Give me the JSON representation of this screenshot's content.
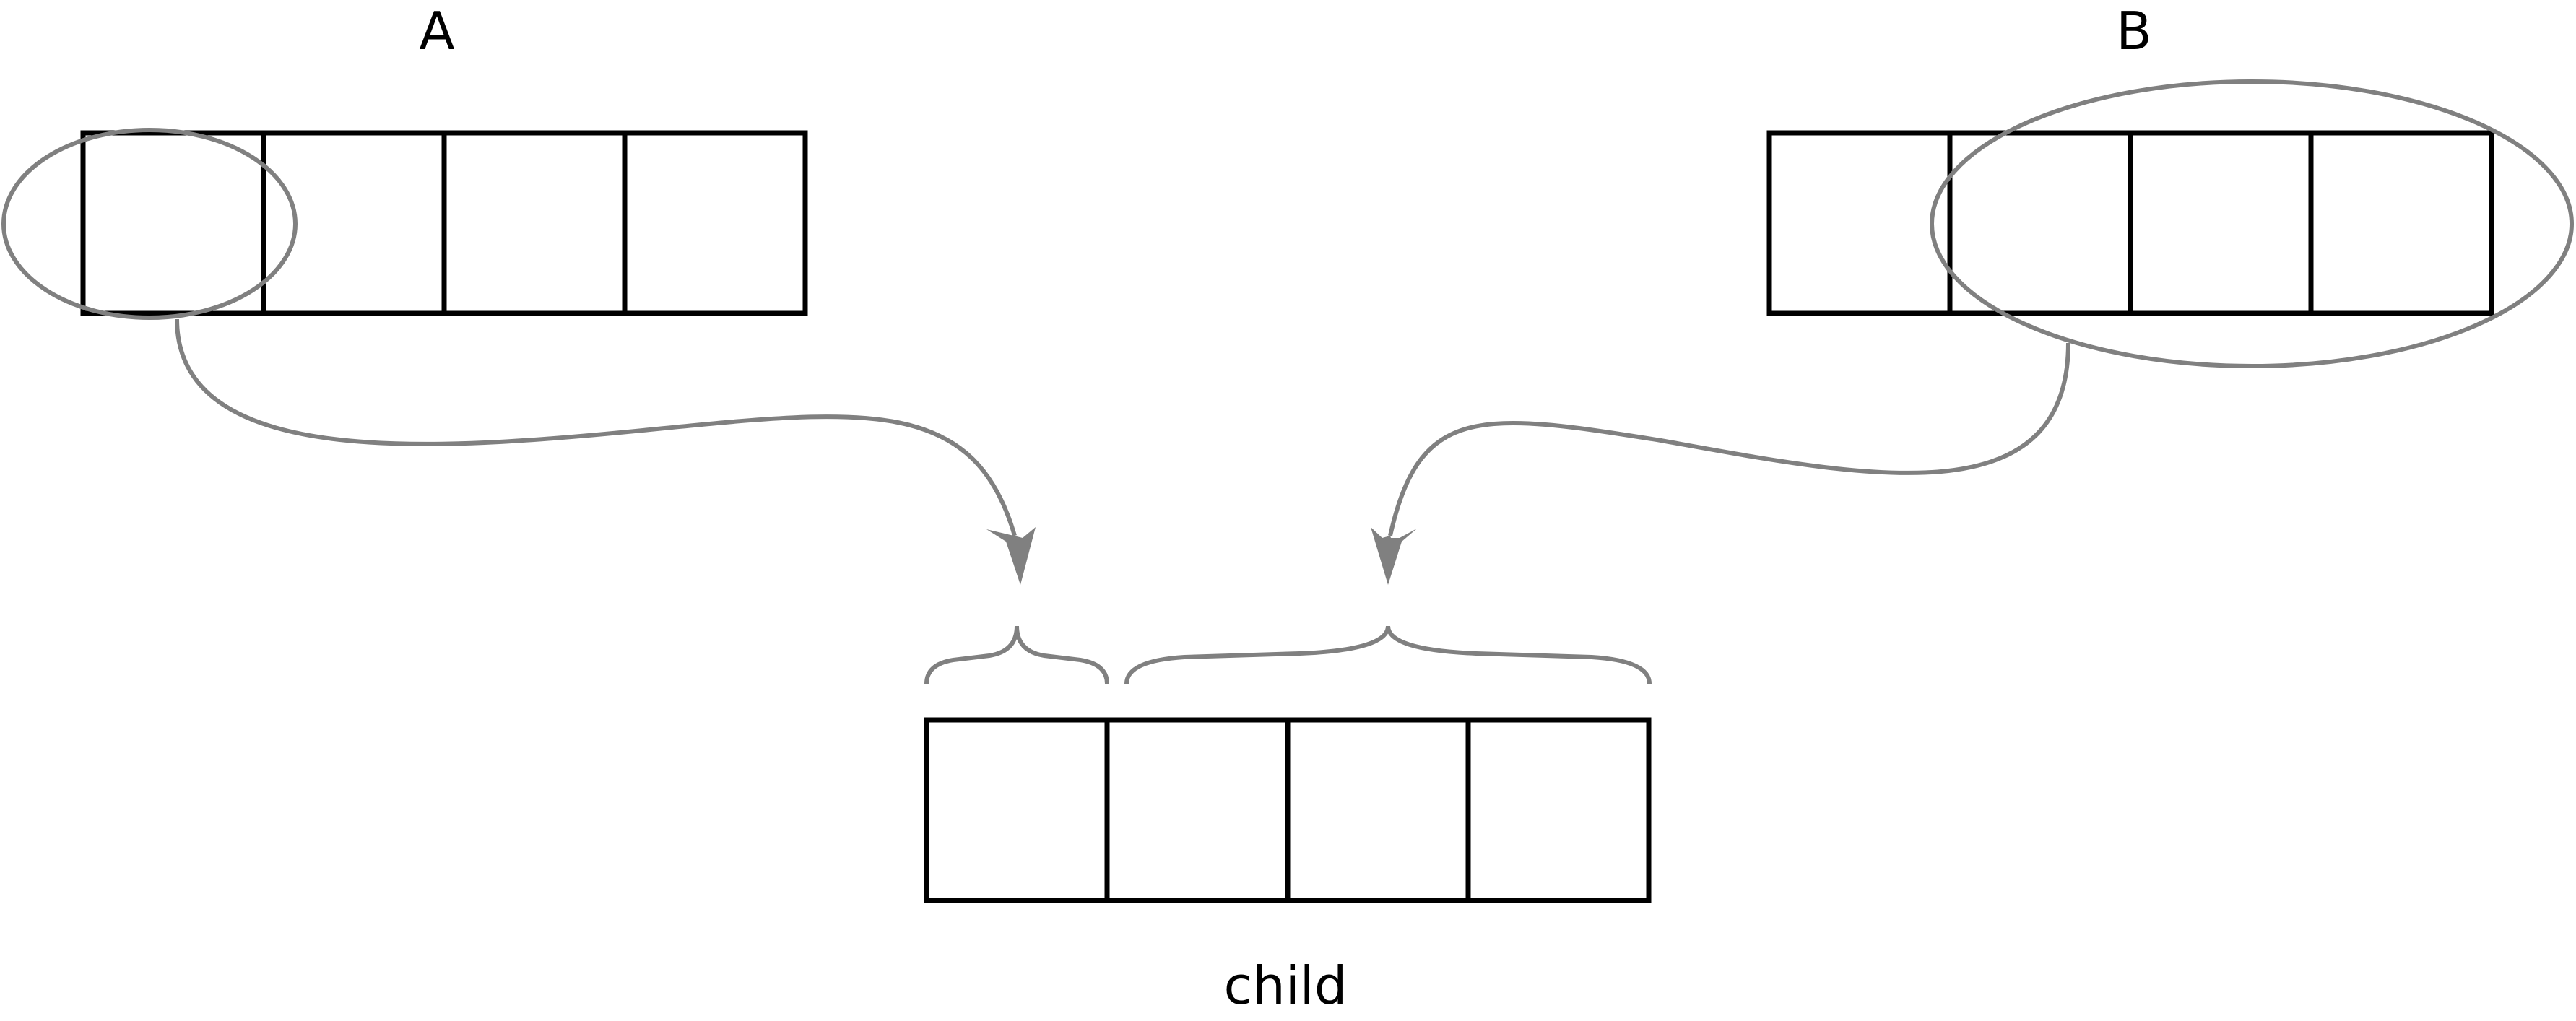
{
  "labels": {
    "parent_a": "A",
    "parent_b": "B",
    "child": "child"
  },
  "arrays": {
    "parent_a": {
      "cells": 4,
      "selected_from": 0,
      "selected_count": 1
    },
    "parent_b": {
      "cells": 4,
      "selected_from": 1,
      "selected_count": 3
    },
    "child": {
      "cells": 4,
      "from_a": 1,
      "from_b": 3
    }
  },
  "colors": {
    "cell_stroke": "#000000",
    "highlight": "#808080",
    "background": "#ffffff"
  }
}
